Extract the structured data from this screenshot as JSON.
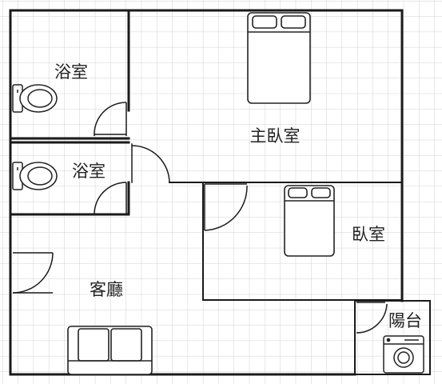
{
  "rooms": {
    "bath_top": "浴室",
    "bath_bottom": "浴室",
    "master_bedroom": "主臥室",
    "bedroom": "臥室",
    "living_room": "客廳",
    "balcony": "陽台"
  },
  "fixtures": {
    "toilet_icon": "toilet-icon",
    "bed_icon": "bed-icon",
    "sofa_icon": "sofa-icon",
    "washer_icon": "washing-machine-icon"
  },
  "colors": {
    "grid": "#d2d2d2",
    "wall": "#1a1a1a",
    "fixture_stroke": "#222222",
    "background": "#ffffff"
  }
}
